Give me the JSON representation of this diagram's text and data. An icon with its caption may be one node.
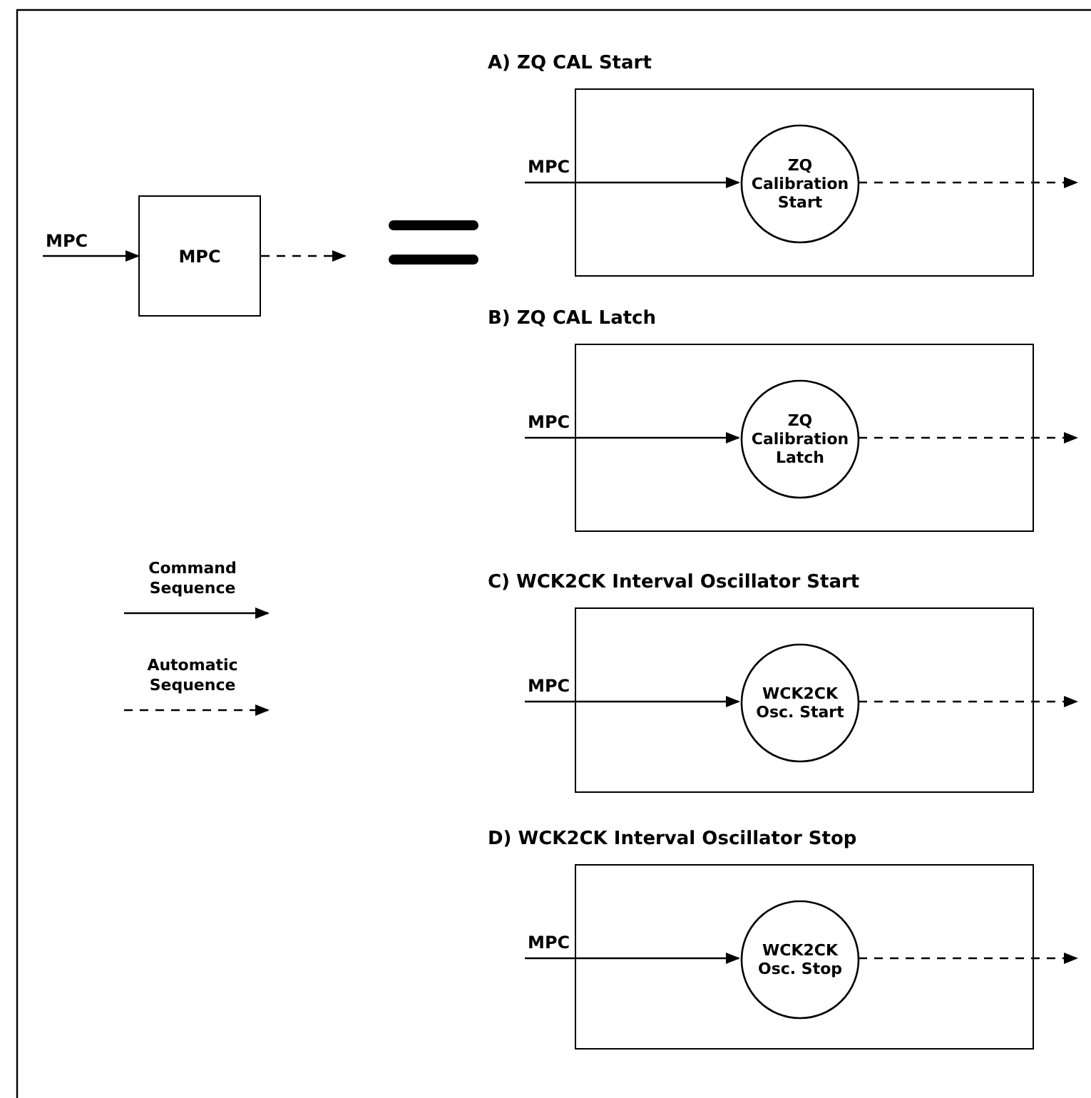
{
  "diagram": {
    "nodes": [
      {
        "text": [
          "MPC"
        ]
      },
      {
        "text": [
          "A) ZQ CAL Start"
        ]
      },
      {
        "text": [
          "ZQ Calibration Start"
        ],
        "in": 1
      },
      {
        "text": [
          "B) ZQ CAL Latch"
        ]
      },
      {
        "text": [
          "ZQ Calibration Latch"
        ],
        "in": 3
      },
      {
        "text": [
          "C) WCK2CK Interval Oscillator Start"
        ]
      },
      {
        "text": [
          "WCK2CK Osc. Start"
        ],
        "in": 5
      },
      {
        "text": [
          "D) WCK2CK Interval Oscillator Stop"
        ]
      },
      {
        "text": [
          "WCK2CK Osc. Stop"
        ],
        "in": 7
      }
    ],
    "edges": [
      {
        "from": null,
        "to": 0,
        "arrow": "to",
        "label": "MPC"
      },
      {
        "from": 0,
        "to": null,
        "arrow": "to",
        "style": "dashed"
      },
      {
        "from": null,
        "to": 2,
        "arrow": "to",
        "label": "MPC"
      },
      {
        "from": 2,
        "to": null,
        "arrow": "to",
        "style": "dashed"
      },
      {
        "from": null,
        "to": 4,
        "arrow": "to",
        "label": "MPC"
      },
      {
        "from": 4,
        "to": null,
        "arrow": "to",
        "style": "dashed"
      },
      {
        "from": null,
        "to": 6,
        "arrow": "to",
        "label": "MPC"
      },
      {
        "from": 6,
        "to": null,
        "arrow": "to",
        "style": "dashed"
      },
      {
        "from": null,
        "to": 8,
        "arrow": "to",
        "label": "MPC"
      },
      {
        "from": 8,
        "to": null,
        "arrow": "to",
        "style": "dashed"
      }
    ],
    "legend": [
      {
        "text": "Command Sequence"
      },
      {
        "text": "Automatic Sequence"
      }
    ]
  }
}
